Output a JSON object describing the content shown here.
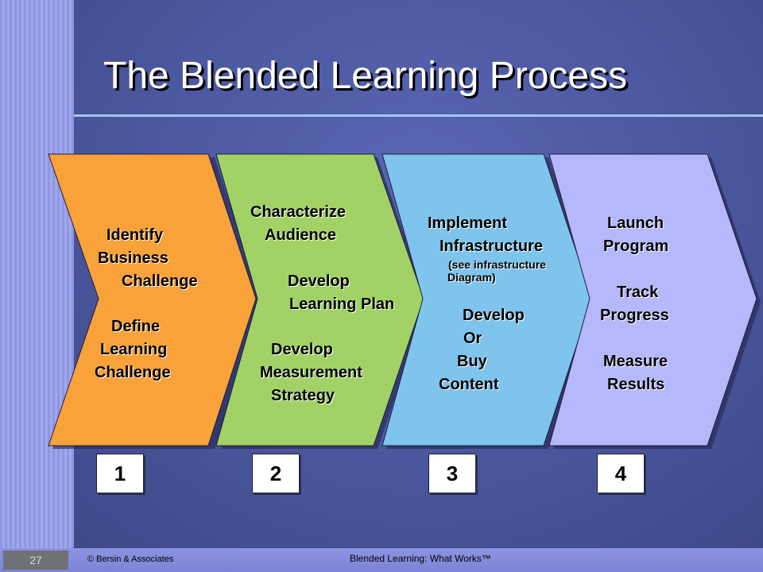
{
  "slide": {
    "title": "The Blended Learning Process",
    "footer": {
      "page_number": "27",
      "copyright": "© Bersin & Associates",
      "center_text": "Blended Learning: What Works™"
    }
  },
  "stages": [
    {
      "color": "#f9a23a",
      "lines": [
        "Identify",
        "Business",
        "Challenge",
        "Define",
        "Learning",
        "Challenge"
      ],
      "number": "1"
    },
    {
      "color": "#a2d265",
      "lines": [
        "Characterize",
        "Audience",
        "Develop",
        "Learning Plan",
        "Develop",
        "Measurement",
        "Strategy"
      ],
      "number": "2"
    },
    {
      "color": "#7fc4ec",
      "lines": [
        "Implement",
        "Infrastructure",
        "(see infrastructure",
        "Diagram)",
        "Develop",
        "Or",
        "Buy",
        "Content"
      ],
      "number": "3"
    },
    {
      "color": "#b6b8fc",
      "lines": [
        "Launch",
        "Program",
        "Track",
        "Progress",
        "Measure",
        "Results"
      ],
      "number": "4"
    }
  ]
}
